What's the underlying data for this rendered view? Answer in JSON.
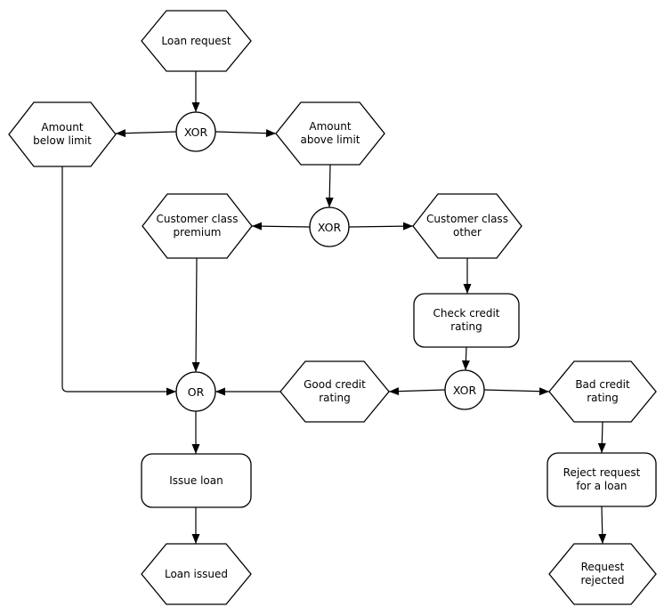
{
  "diagram": {
    "type": "epc-flowchart",
    "colors": {
      "background": "#ffffff",
      "stroke": "#000000",
      "text": "#000000",
      "shape_fill": "#ffffff"
    },
    "nodes": {
      "loan_request": {
        "label": "Loan request",
        "shape": "hexagon"
      },
      "xor_1": {
        "label": "XOR",
        "shape": "circle-connector"
      },
      "amount_below_limit": {
        "label": "Amount\nbelow limit",
        "shape": "hexagon"
      },
      "amount_above_limit": {
        "label": "Amount\nabove limit",
        "shape": "hexagon"
      },
      "xor_2": {
        "label": "XOR",
        "shape": "circle-connector"
      },
      "customer_class_premium": {
        "label": "Customer class\npremium",
        "shape": "hexagon"
      },
      "customer_class_other": {
        "label": "Customer class\nother",
        "shape": "hexagon"
      },
      "check_credit_rating": {
        "label": "Check credit\nrating",
        "shape": "rounded-rect"
      },
      "or_1": {
        "label": "OR",
        "shape": "circle-connector"
      },
      "good_credit_rating": {
        "label": "Good credit\nrating",
        "shape": "hexagon"
      },
      "xor_3": {
        "label": "XOR",
        "shape": "circle-connector"
      },
      "bad_credit_rating": {
        "label": "Bad credit\nrating",
        "shape": "hexagon"
      },
      "issue_loan": {
        "label": "Issue loan",
        "shape": "rounded-rect"
      },
      "loan_issued": {
        "label": "Loan issued",
        "shape": "hexagon"
      },
      "reject_request": {
        "label": "Reject request\nfor a loan",
        "shape": "rounded-rect"
      },
      "request_rejected": {
        "label": "Request\nrejected",
        "shape": "hexagon"
      }
    },
    "edges": [
      {
        "from": "loan_request",
        "to": "xor_1"
      },
      {
        "from": "xor_1",
        "to": "amount_below_limit"
      },
      {
        "from": "xor_1",
        "to": "amount_above_limit"
      },
      {
        "from": "amount_above_limit",
        "to": "xor_2"
      },
      {
        "from": "xor_2",
        "to": "customer_class_premium"
      },
      {
        "from": "xor_2",
        "to": "customer_class_other"
      },
      {
        "from": "customer_class_other",
        "to": "check_credit_rating"
      },
      {
        "from": "check_credit_rating",
        "to": "xor_3"
      },
      {
        "from": "xor_3",
        "to": "good_credit_rating"
      },
      {
        "from": "xor_3",
        "to": "bad_credit_rating"
      },
      {
        "from": "good_credit_rating",
        "to": "or_1"
      },
      {
        "from": "customer_class_premium",
        "to": "or_1"
      },
      {
        "from": "amount_below_limit",
        "to": "or_1"
      },
      {
        "from": "or_1",
        "to": "issue_loan"
      },
      {
        "from": "issue_loan",
        "to": "loan_issued"
      },
      {
        "from": "bad_credit_rating",
        "to": "reject_request"
      },
      {
        "from": "reject_request",
        "to": "request_rejected"
      }
    ]
  }
}
